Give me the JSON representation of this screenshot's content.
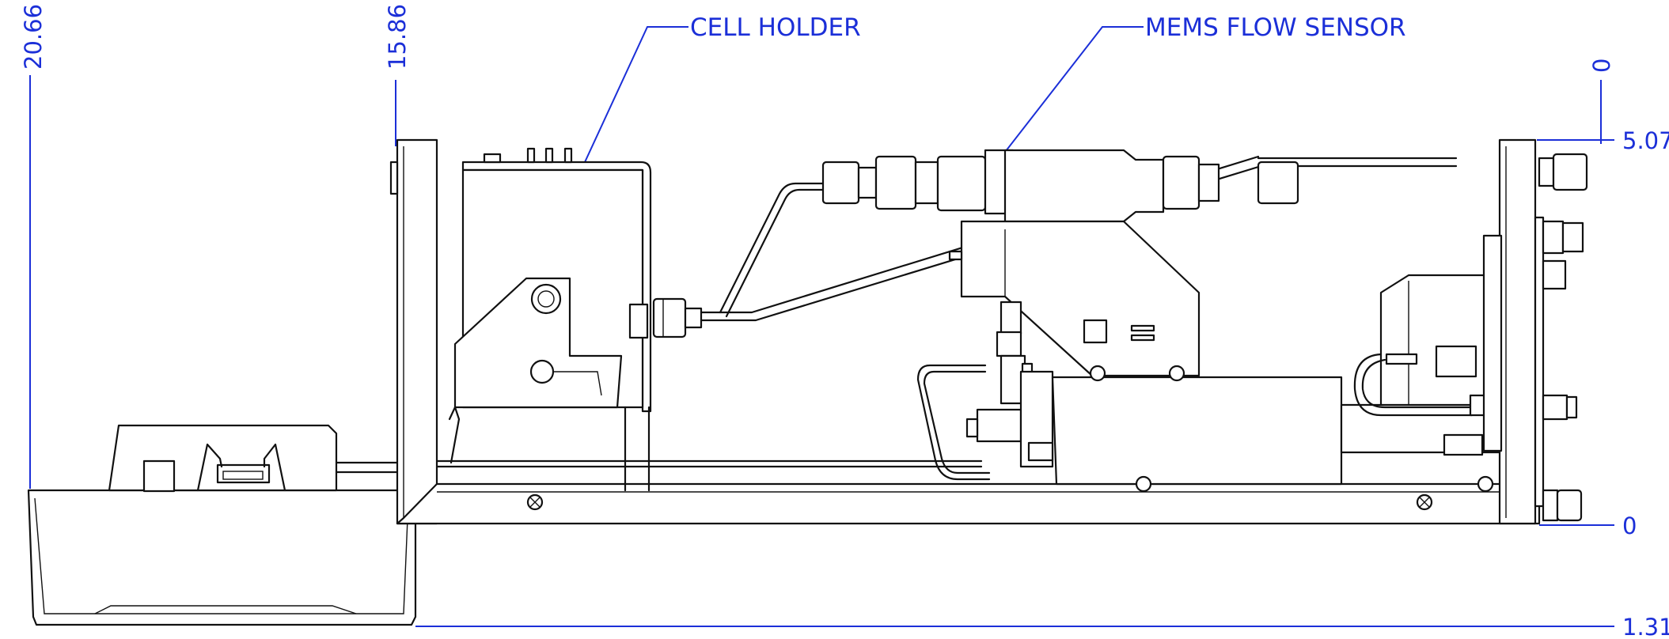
{
  "callouts": {
    "cell_holder": "CELL HOLDER",
    "mems_flow_sensor": "MEMS FLOW SENSOR"
  },
  "dimensions": {
    "top_left_1": "20.66",
    "top_left_2": "15.86",
    "top_right": "0",
    "right_upper": "5.07",
    "right_middle": "0",
    "right_lower": "1.31"
  },
  "colors": {
    "dimension_blue": "#1b2fd8",
    "outline": "#111111"
  }
}
